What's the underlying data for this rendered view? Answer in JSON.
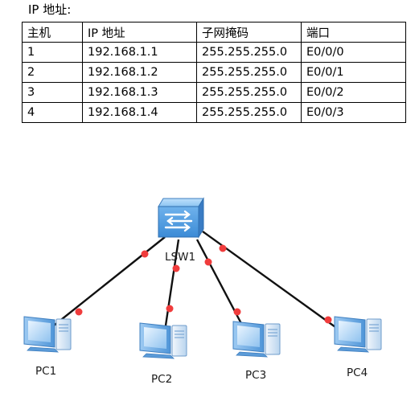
{
  "caption": "IP 地址:",
  "table": {
    "headers": [
      "主机",
      "IP 地址",
      "子网掩码",
      "端口"
    ],
    "rows": [
      [
        "1",
        "192.168.1.1",
        "255.255.255.0",
        "E0/0/0"
      ],
      [
        "2",
        "192.168.1.2",
        "255.255.255.0",
        "E0/0/1"
      ],
      [
        "3",
        "192.168.1.3",
        "255.255.255.0",
        "E0/0/2"
      ],
      [
        "4",
        "192.168.1.4",
        "255.255.255.0",
        "E0/0/3"
      ]
    ]
  },
  "topology": {
    "switch": {
      "label": "LSW1",
      "icon": "switch-icon"
    },
    "pcs": [
      {
        "label": "PC1",
        "icon": "pc-icon"
      },
      {
        "label": "PC2",
        "icon": "pc-icon"
      },
      {
        "label": "PC3",
        "icon": "pc-icon"
      },
      {
        "label": "PC4",
        "icon": "pc-icon"
      }
    ],
    "colors": {
      "link": "#111111",
      "port_dot": "#f03c3c",
      "switch": "#5aa6e8",
      "pc": "#7ab4ec"
    }
  }
}
